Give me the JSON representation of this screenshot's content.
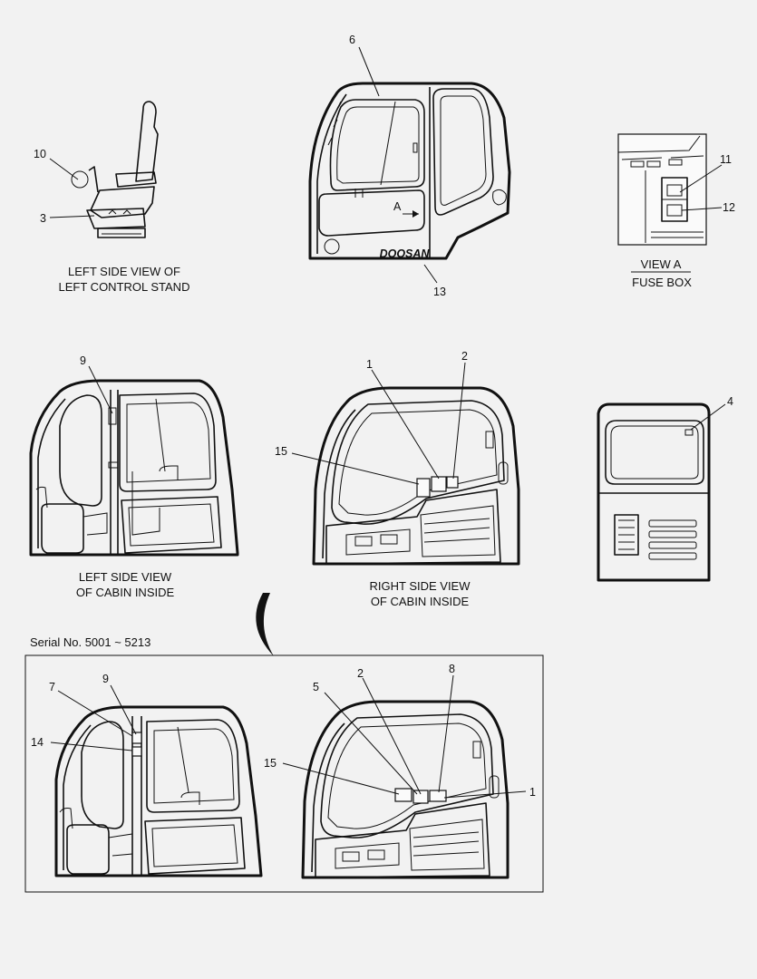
{
  "captions": {
    "control_stand_l1": "LEFT SIDE VIEW OF",
    "control_stand_l2": "LEFT CONTROL STAND",
    "view_a": "VIEW A",
    "fuse_box": "FUSE BOX",
    "left_inside_l1": "LEFT SIDE VIEW",
    "left_inside_l2": "OF CABIN INSIDE",
    "right_inside_l1": "RIGHT SIDE VIEW",
    "right_inside_l2": "OF CABIN INSIDE",
    "serial": "Serial No. 5001 ~ 5213",
    "view_marker": "A",
    "brand": "DOOSAN"
  },
  "callouts": {
    "c1": "1",
    "c2": "2",
    "c3": "3",
    "c4": "4",
    "c5": "5",
    "c6": "6",
    "c7": "7",
    "c8": "8",
    "c9": "9",
    "c10": "10",
    "c11": "11",
    "c12": "12",
    "c13": "13",
    "c14": "14",
    "c15": "15"
  }
}
